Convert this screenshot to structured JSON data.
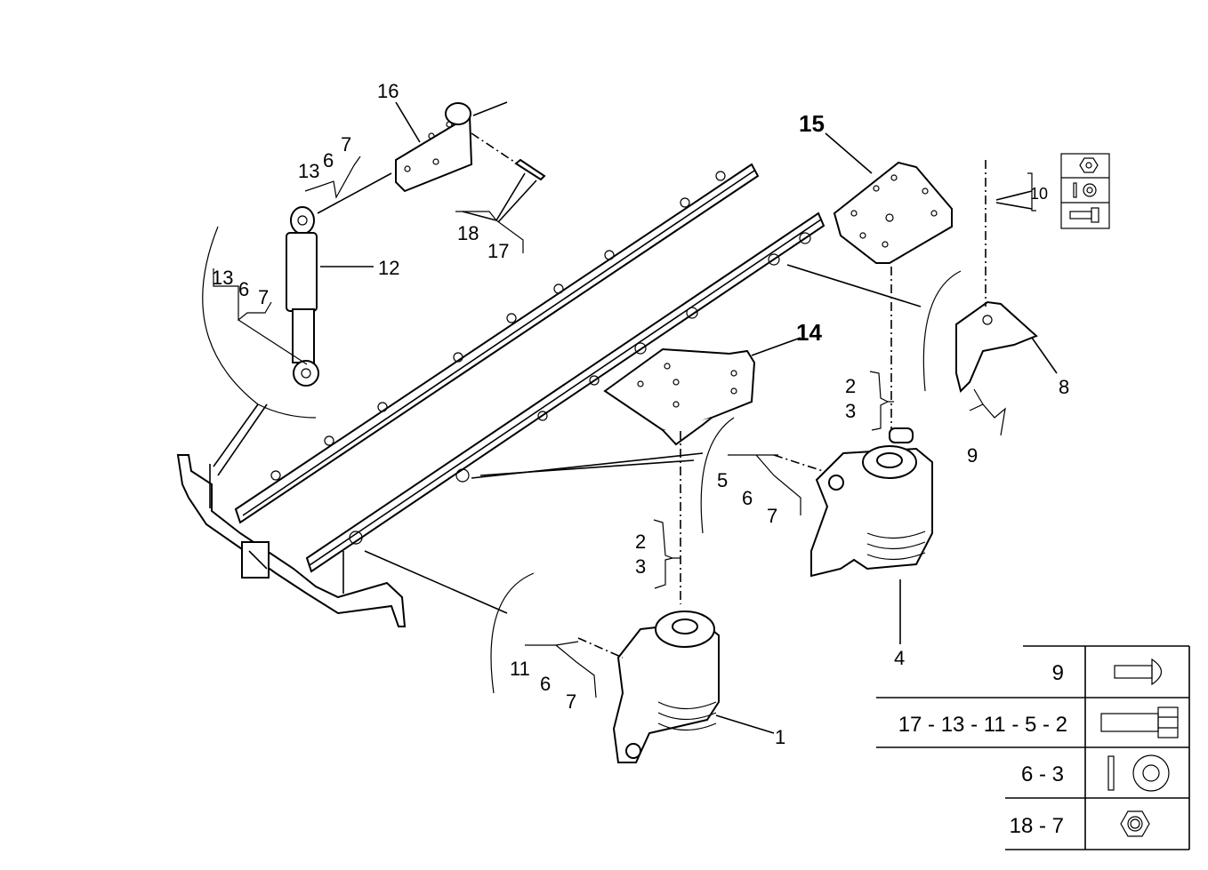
{
  "callouts": {
    "c1": "1",
    "c2a": "2",
    "c3a": "3",
    "c2b": "2",
    "c3b": "3",
    "c4": "4",
    "c5": "5",
    "c6a": "6",
    "c7a": "7",
    "c6b": "6",
    "c7b": "7",
    "c6c": "6",
    "c7c": "7",
    "c6d": "6",
    "c7d": "7",
    "c8": "8",
    "c9": "9",
    "c10": "10",
    "c11": "11",
    "c12": "12",
    "c13a": "13",
    "c13b": "13",
    "c14": "14",
    "c15": "15",
    "c16": "16",
    "c17": "17",
    "c18": "18"
  },
  "legend": {
    "rows": [
      {
        "label": "9",
        "icon": "round-head-bolt-icon"
      },
      {
        "label": "17 - 13 - 11 - 5 - 2",
        "icon": "hex-bolt-icon"
      },
      {
        "label": "6 - 3",
        "icon": "washer-icon"
      },
      {
        "label": "18 - 7",
        "icon": "hex-nut-icon"
      }
    ]
  },
  "inset_icons": [
    "hex-nut-icon",
    "washer-icon",
    "hex-bolt-icon"
  ]
}
